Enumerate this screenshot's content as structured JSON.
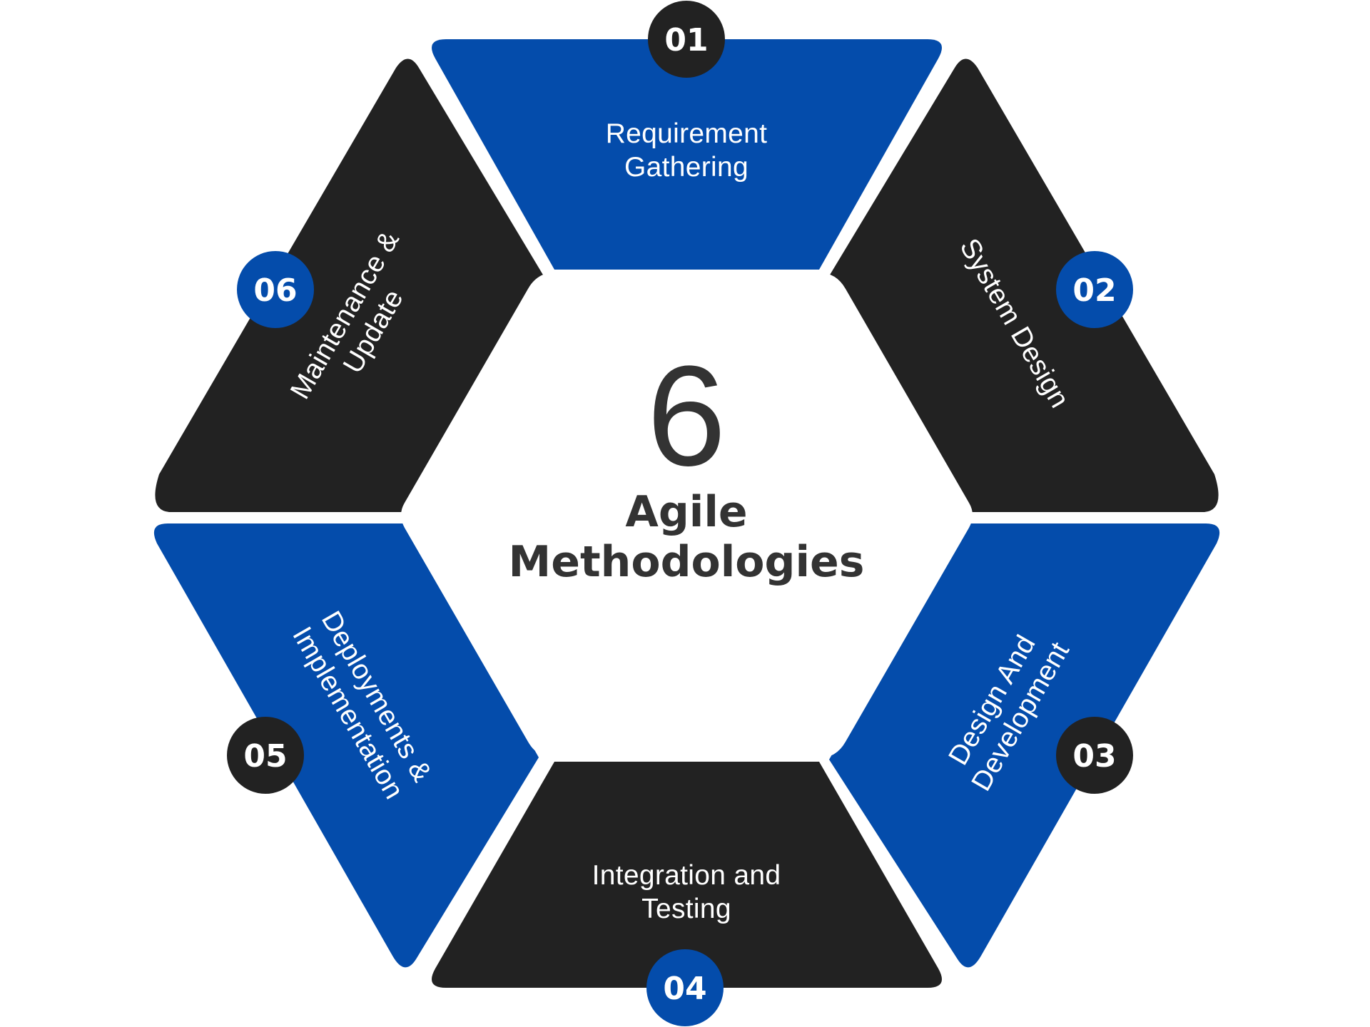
{
  "center": {
    "number": "6",
    "title_line1": "Agile",
    "title_line2": "Methodologies"
  },
  "colors": {
    "blue": "#044cab",
    "black": "#222222",
    "background": "#ffffff",
    "center_text": "#333333"
  },
  "segments": [
    {
      "number": "01",
      "label_lines": [
        "Requirement",
        "Gathering"
      ],
      "color": "blue",
      "badge_color": "black"
    },
    {
      "number": "02",
      "label_lines": [
        "System Design"
      ],
      "color": "black",
      "badge_color": "blue"
    },
    {
      "number": "03",
      "label_lines": [
        "Design And",
        "Development"
      ],
      "color": "blue",
      "badge_color": "black"
    },
    {
      "number": "04",
      "label_lines": [
        "Integration and",
        "Testing"
      ],
      "color": "black",
      "badge_color": "blue"
    },
    {
      "number": "05",
      "label_lines": [
        "Deployments &",
        "Implementation"
      ],
      "color": "blue",
      "badge_color": "black"
    },
    {
      "number": "06",
      "label_lines": [
        "Maintenance &",
        "Update"
      ],
      "color": "black",
      "badge_color": "blue"
    }
  ]
}
